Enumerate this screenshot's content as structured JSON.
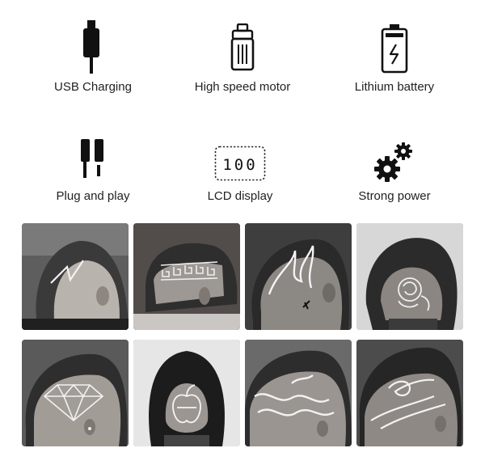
{
  "features": [
    {
      "label": "USB Charging",
      "icon": "usb-plug-icon"
    },
    {
      "label": "High speed motor",
      "icon": "motor-icon"
    },
    {
      "label": "Lithium battery",
      "icon": "battery-icon"
    },
    {
      "label": "Plug and play",
      "icon": "plug-icon"
    },
    {
      "label": "LCD display",
      "icon": "lcd-display-icon",
      "display_text": "100"
    },
    {
      "label": "Strong power",
      "icon": "gears-icon"
    }
  ],
  "photos": [
    {
      "design": "lightning"
    },
    {
      "design": "greek-key"
    },
    {
      "design": "flame"
    },
    {
      "design": "rose"
    },
    {
      "design": "diamond"
    },
    {
      "design": "apple"
    },
    {
      "design": "waves"
    },
    {
      "design": "swirl"
    }
  ]
}
